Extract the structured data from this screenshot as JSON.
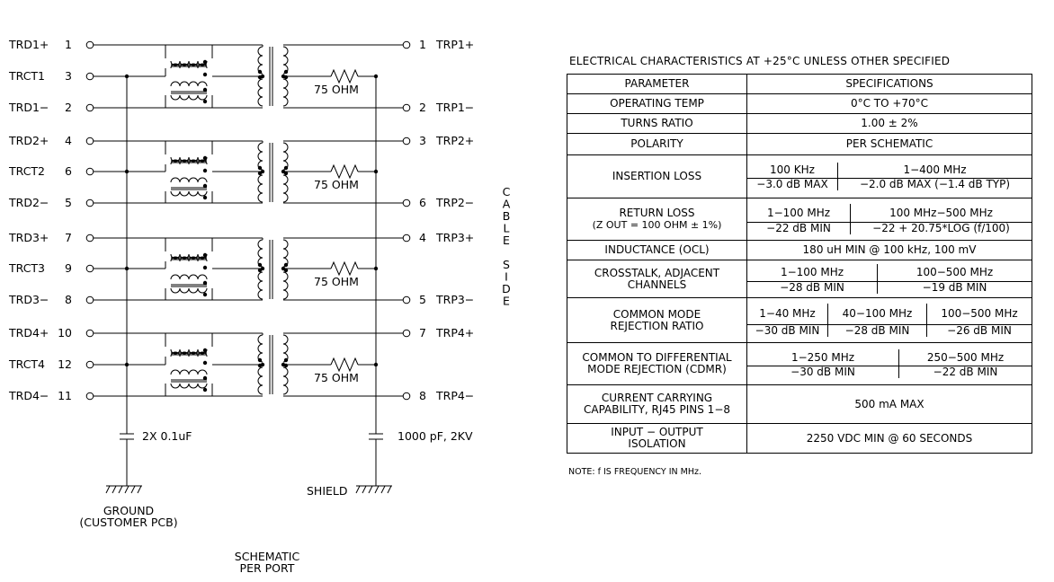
{
  "schematic": {
    "left_pins": [
      {
        "name": "TRD1+",
        "num": "1"
      },
      {
        "name": "TRCT1",
        "num": "3"
      },
      {
        "name": "TRD1−",
        "num": "2"
      },
      {
        "name": "TRD2+",
        "num": "4"
      },
      {
        "name": "TRCT2",
        "num": "6"
      },
      {
        "name": "TRD2−",
        "num": "5"
      },
      {
        "name": "TRD3+",
        "num": "7"
      },
      {
        "name": "TRCT3",
        "num": "9"
      },
      {
        "name": "TRD3−",
        "num": "8"
      },
      {
        "name": "TRD4+",
        "num": "10"
      },
      {
        "name": "TRCT4",
        "num": "12"
      },
      {
        "name": "TRD4−",
        "num": "11"
      }
    ],
    "right_pins": [
      {
        "num": "1",
        "name": "TRP1+"
      },
      {
        "num": "2",
        "name": "TRP1−"
      },
      {
        "num": "3",
        "name": "TRP2+"
      },
      {
        "num": "6",
        "name": "TRP2−"
      },
      {
        "num": "4",
        "name": "TRP3+"
      },
      {
        "num": "5",
        "name": "TRP3−"
      },
      {
        "num": "7",
        "name": "TRP4+"
      },
      {
        "num": "8",
        "name": "TRP4−"
      }
    ],
    "resistor_label": "75 OHM",
    "cap_left_label": "2X 0.1uF",
    "cap_right_label": "1000 pF, 2KV",
    "ground_label_1": "GROUND",
    "ground_label_2": "(CUSTOMER PCB)",
    "shield_label": "SHIELD",
    "cable_side": [
      "C",
      "A",
      "B",
      "L",
      "E",
      "",
      "S",
      "I",
      "D",
      "E"
    ],
    "caption_1": "SCHEMATIC",
    "caption_2": "PER PORT"
  },
  "spec": {
    "title": "ELECTRICAL CHARACTERISTICS AT +25°C UNLESS OTHER SPECIFIED",
    "header_param": "PARAMETER",
    "header_spec": "SPECIFICATIONS",
    "operating_temp": {
      "label": "OPERATING TEMP",
      "value": "0°C TO +70°C"
    },
    "turns_ratio": {
      "label": "TURNS RATIO",
      "value": "1.00 ± 2%"
    },
    "polarity": {
      "label": "POLARITY",
      "value": "PER SCHEMATIC"
    },
    "insertion_loss": {
      "label": "INSERTION LOSS",
      "f1": "100 KHz",
      "f2": "1−400 MHz",
      "v1": "−3.0 dB MAX",
      "v2": "−2.0 dB MAX (−1.4 dB TYP)"
    },
    "return_loss": {
      "label1": "RETURN LOSS",
      "label2": "(Z OUT = 100 OHM ± 1%)",
      "f1": "1−100 MHz",
      "f2": "100 MHz−500 MHz",
      "v1": "−22 dB MIN",
      "v2": "−22 + 20.75*LOG (f/100)"
    },
    "inductance": {
      "label": "INDUCTANCE (OCL)",
      "value": "180 uH MIN @ 100 kHz, 100 mV"
    },
    "crosstalk": {
      "label1": "CROSSTALK, ADJACENT",
      "label2": "CHANNELS",
      "f1": "1−100 MHz",
      "f2": "100−500 MHz",
      "v1": "−28 dB MIN",
      "v2": "−19 dB MIN"
    },
    "cmrr": {
      "label1": "COMMON MODE",
      "label2": "REJECTION RATIO",
      "f1": "1−40 MHz",
      "f2": "40−100 MHz",
      "f3": "100−500 MHz",
      "v1": "−30 dB MIN",
      "v2": "−28 dB MIN",
      "v3": "−26 dB MIN"
    },
    "cdmr": {
      "label1": "COMMON TO DIFFERENTIAL",
      "label2": "MODE REJECTION (CDMR)",
      "f1": "1−250 MHz",
      "f2": "250−500 MHz",
      "v1": "−30 dB MIN",
      "v2": "−22 dB MIN"
    },
    "current": {
      "label1": "CURRENT CARRYING",
      "label2": "CAPABILITY, RJ45 PINS 1−8",
      "value": "500 mA MAX"
    },
    "isolation": {
      "label1": "INPUT − OUTPUT",
      "label2": "ISOLATION",
      "value": "2250 VDC MIN @ 60 SECONDS"
    },
    "note": "NOTE: f IS FREQUENCY IN MHz."
  }
}
